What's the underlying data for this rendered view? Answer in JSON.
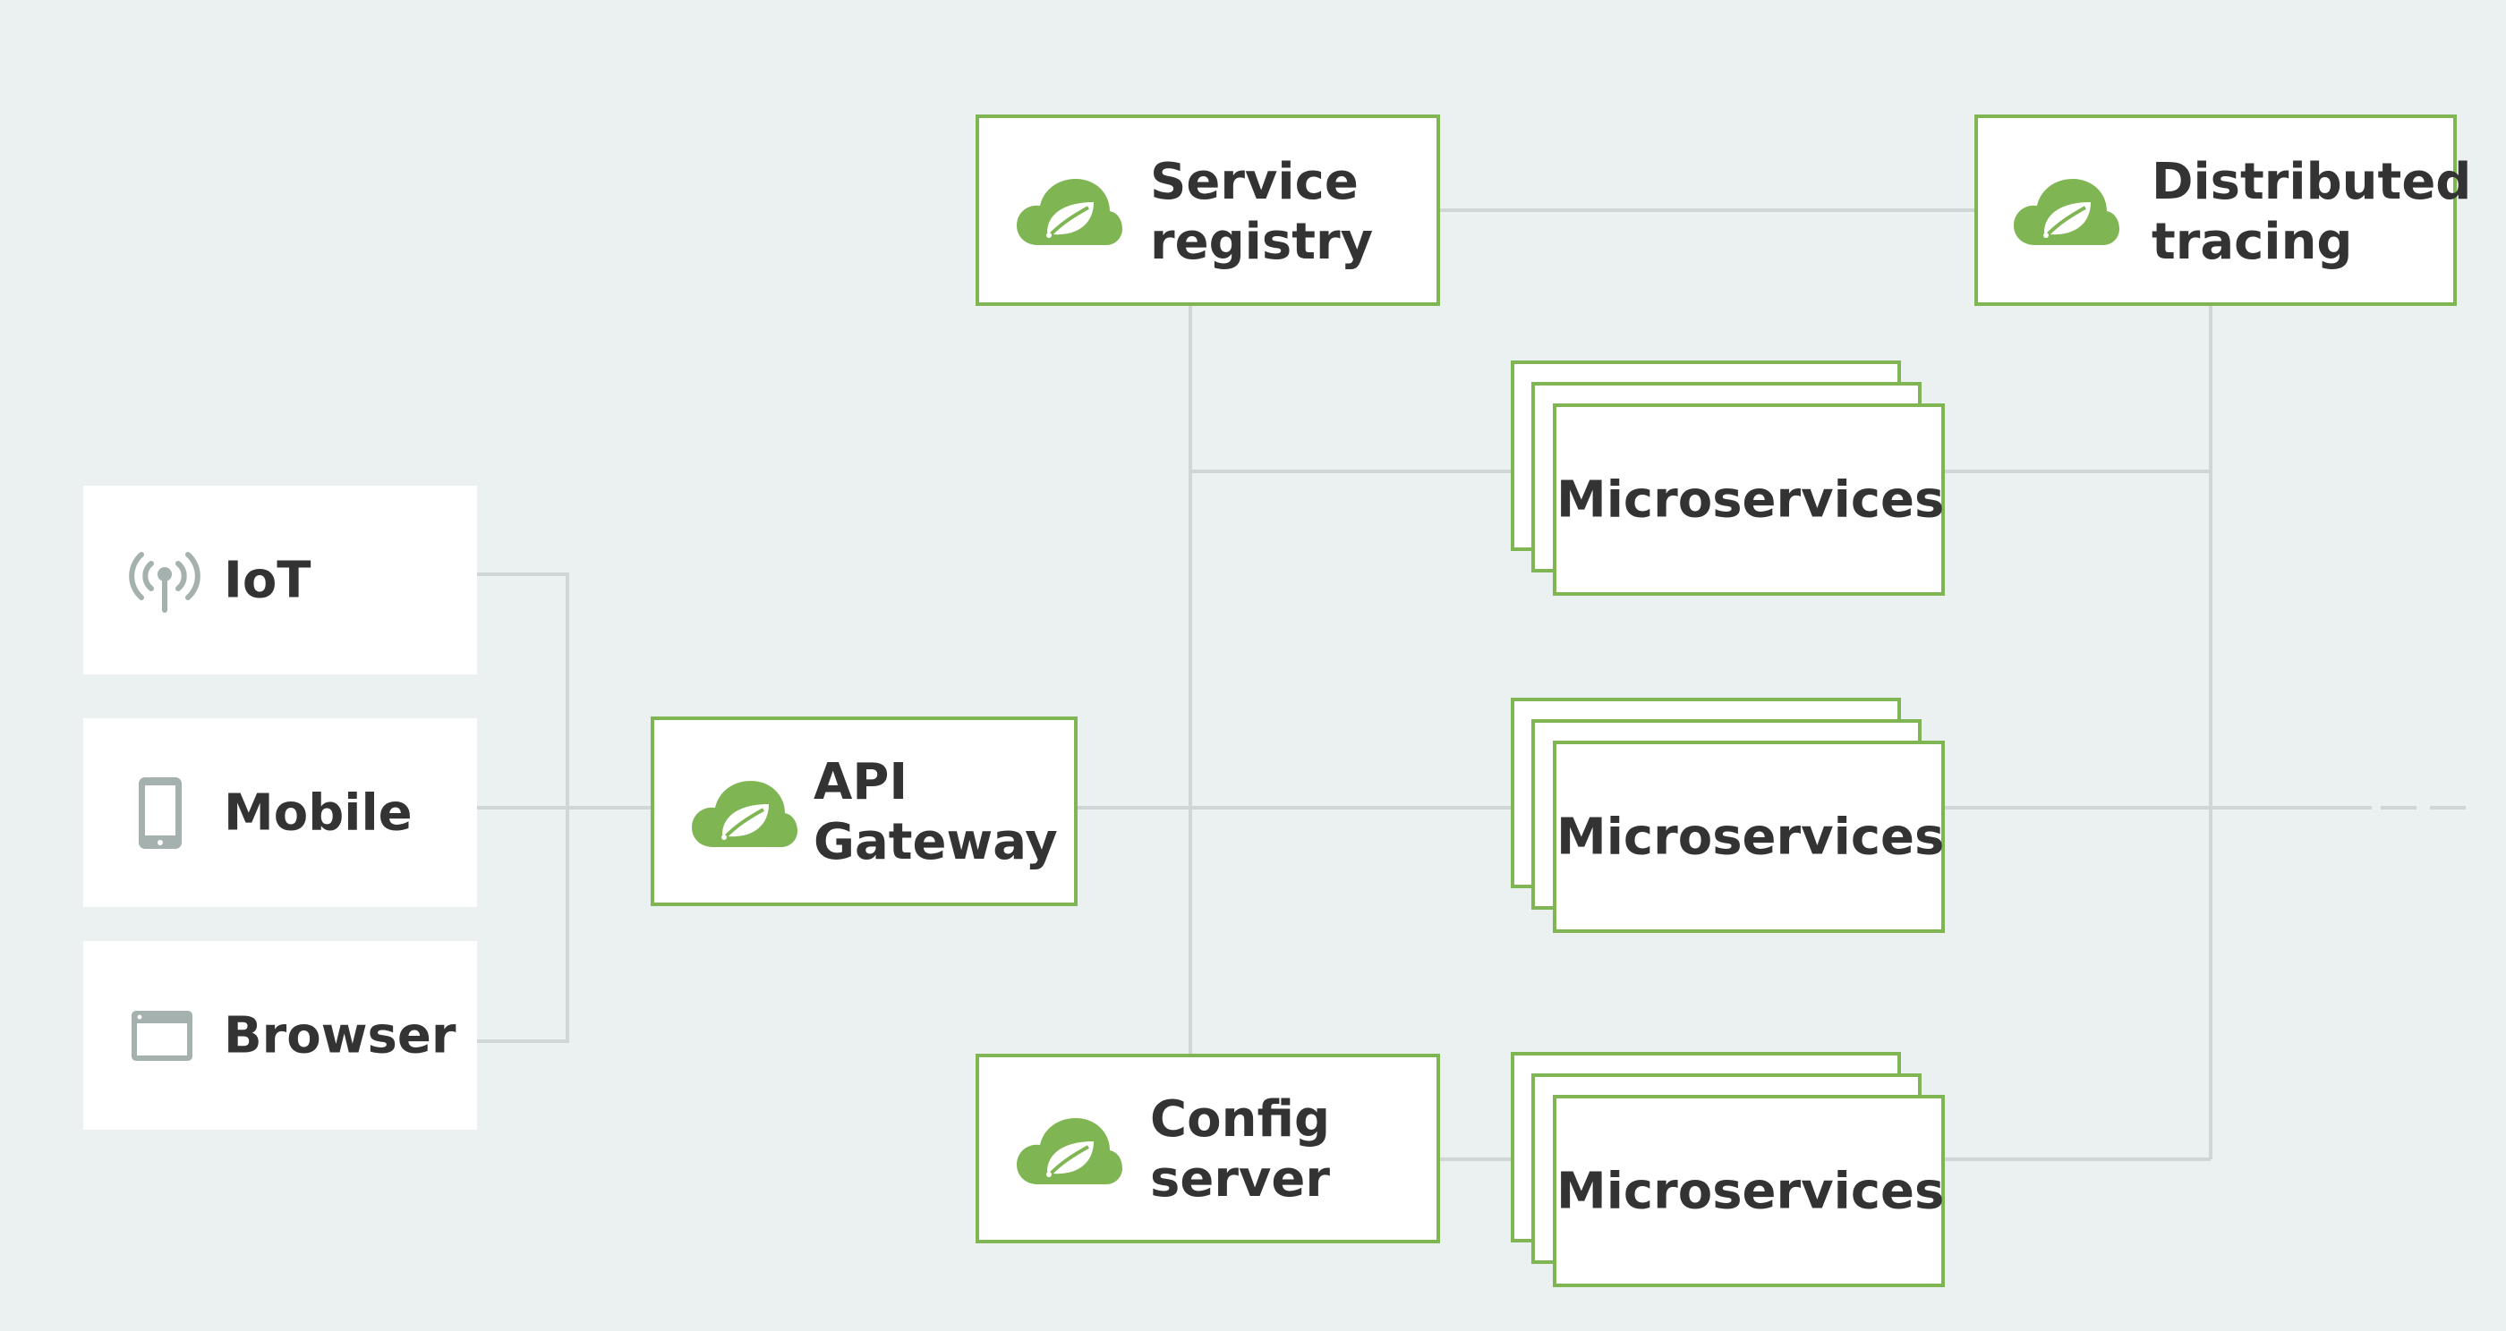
{
  "colors": {
    "background": "#ebf1f1",
    "accent_green": "#7fb653",
    "connector_gray": "#cfd6d6",
    "icon_gray": "#a5b1ae",
    "text": "#333333"
  },
  "clients": [
    {
      "label": "IoT",
      "icon": "antenna-icon"
    },
    {
      "label": "Mobile",
      "icon": "mobile-phone-icon"
    },
    {
      "label": "Browser",
      "icon": "browser-window-icon"
    }
  ],
  "gateway": {
    "line1": "API",
    "line2": "Gateway",
    "icon": "spring-cloud-icon"
  },
  "registry": {
    "line1": "Service",
    "line2": "registry",
    "icon": "spring-cloud-icon"
  },
  "tracing": {
    "line1": "Distributed",
    "line2": "tracing",
    "icon": "spring-cloud-icon"
  },
  "config": {
    "line1": "Config",
    "line2": "server",
    "icon": "spring-cloud-icon"
  },
  "microservices": [
    {
      "label": "Microservices"
    },
    {
      "label": "Microservices"
    },
    {
      "label": "Microservices"
    }
  ]
}
